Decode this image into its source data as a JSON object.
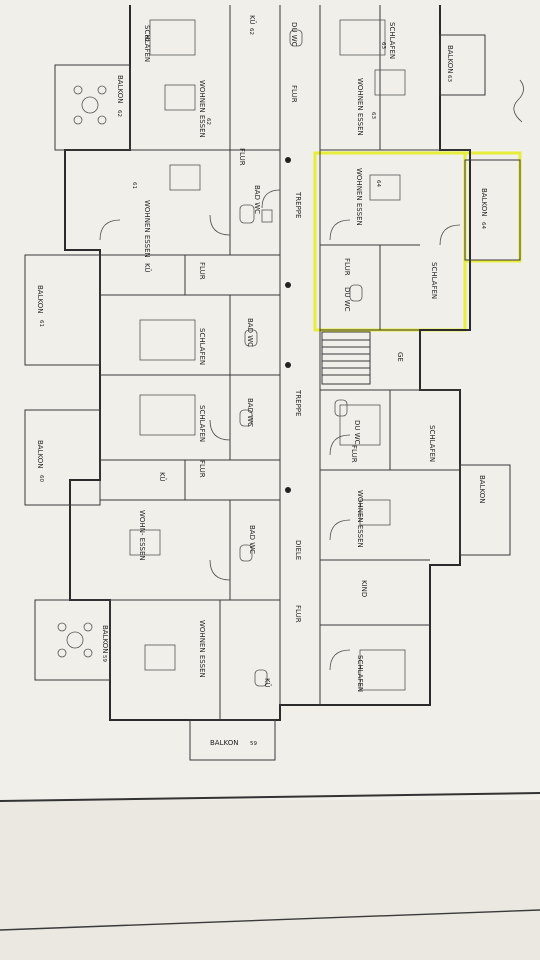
{
  "rooms": {
    "r62_schlafen": "SCHLAFEN",
    "r62_badge": "62",
    "r62_wohnen": "WOHNEN ESSEN",
    "r62_wohnen_badge": "62",
    "r62_balkon": "BALKON",
    "r62_balkon_badge": "62",
    "r62_kuche": "KÜ",
    "r62_kuche_badge": "62",
    "r63_schlafen": "SCHLAFEN",
    "r63_badge": "63",
    "r63_wohnen": "WOHNEN ESSEN",
    "r63_wohnen_badge": "63",
    "r63_balkon": "BALKON",
    "r63_balkon_badge": "63",
    "r63_du": "DU WC",
    "r63_flur": "FLUR",
    "r62_flur": "FLUR",
    "r62_bad": "BAD WC",
    "r61_wohnen": "WOHNEN ESSEN",
    "r61_badge": "61",
    "r61_ku": "KÜ",
    "r61_flur": "FLUR",
    "r61_schlafen": "SCHLAFEN",
    "r61_bad": "BAD WC",
    "r61_balkon": "BALKON",
    "r61_balkon_badge": "61",
    "r64_wohnen": "WOHNEN ESSEN",
    "r64_badge": "64",
    "r64_balkon": "BALKON",
    "r64_balkon_badge": "64",
    "r64_flur": "FLUR",
    "r64_du": "DU WC",
    "r64_schlafen": "SCHLAFEN",
    "treppe_top": "TREPPE",
    "treppe_mid": "TREPPE",
    "ge": "GE",
    "r60_schlafen": "SCHLAFEN",
    "r60_bad": "BAD WC",
    "r60_ku": "KÜ",
    "r60_flur": "FLUR",
    "r60_wohnen": "WOHN- ESSEN",
    "r60_balkon": "BALKON",
    "r60_balkon_badge": "60",
    "r58_schlafen": "SCHLAFEN",
    "r58_du": "DU WC",
    "r58_flur": "FLUR",
    "r58_wohnen": "WOHNEN ESSEN",
    "r58_balkon": "BALKON",
    "r59_bad": "BAD WC",
    "r59_diele": "DIELE",
    "r59_flur": "FLUR",
    "r59_kind": "KIND",
    "r59_schlafen": "SCHLAFEN",
    "r59_wohnen": "WOHNEN ESSEN",
    "r59_balkon": "BALKON",
    "r59_balkon_badge": "59",
    "r59_kue": "KÜ",
    "r59_balkon2": "BALKON",
    "r59_balkon2_badge": "59"
  },
  "colors": {
    "paper": "#f3f1ed",
    "line": "#2b2b2b",
    "highlight": "#e8ec3a"
  }
}
